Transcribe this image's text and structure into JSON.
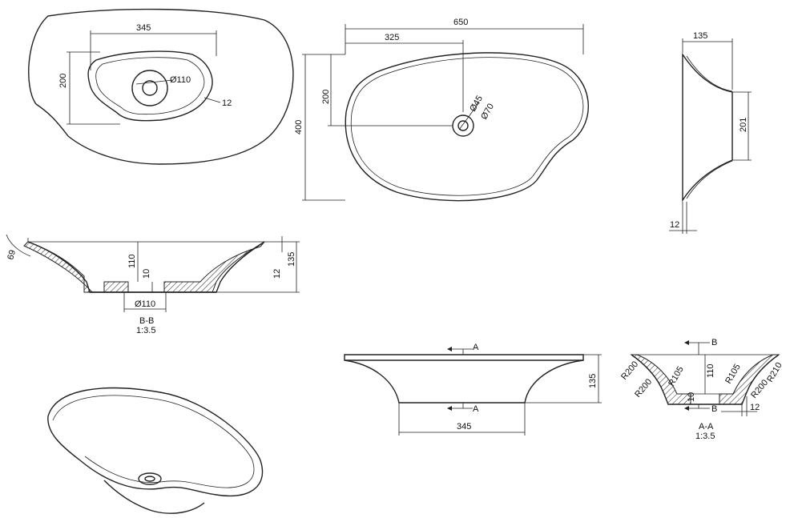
{
  "top_view_left": {
    "dim_width": "345",
    "dim_height": "200",
    "dim_drain": "Ø110",
    "dim_wall": "12"
  },
  "top_view_center": {
    "dim_total": "650",
    "dim_half": "325",
    "dim_height": "400",
    "dim_inner": "200",
    "dim_hole_small": "Ø45",
    "dim_hole_large": "Ø70"
  },
  "side_view_right": {
    "dim_top": "135",
    "dim_height": "201",
    "dim_bottom": "12"
  },
  "section_bb": {
    "dim_angle": "69",
    "dim_depth": "110",
    "dim_base": "10",
    "dim_total": "135",
    "dim_rim": "12",
    "dim_drain": "Ø110",
    "title": "B-B",
    "scale": "1:3.5"
  },
  "front_view": {
    "marker_top": "A",
    "marker_bottom": "A",
    "dim_height": "135",
    "dim_base": "345"
  },
  "section_aa": {
    "marker_top": "B",
    "marker_bottom": "B",
    "r1": "R200",
    "r2": "R200",
    "r3": "R105",
    "r4": "R105",
    "r5": "R210",
    "r6": "R200",
    "dim_depth": "110",
    "dim_base": "10",
    "dim_rim": "12",
    "title": "A-A",
    "scale": "1:3.5"
  }
}
